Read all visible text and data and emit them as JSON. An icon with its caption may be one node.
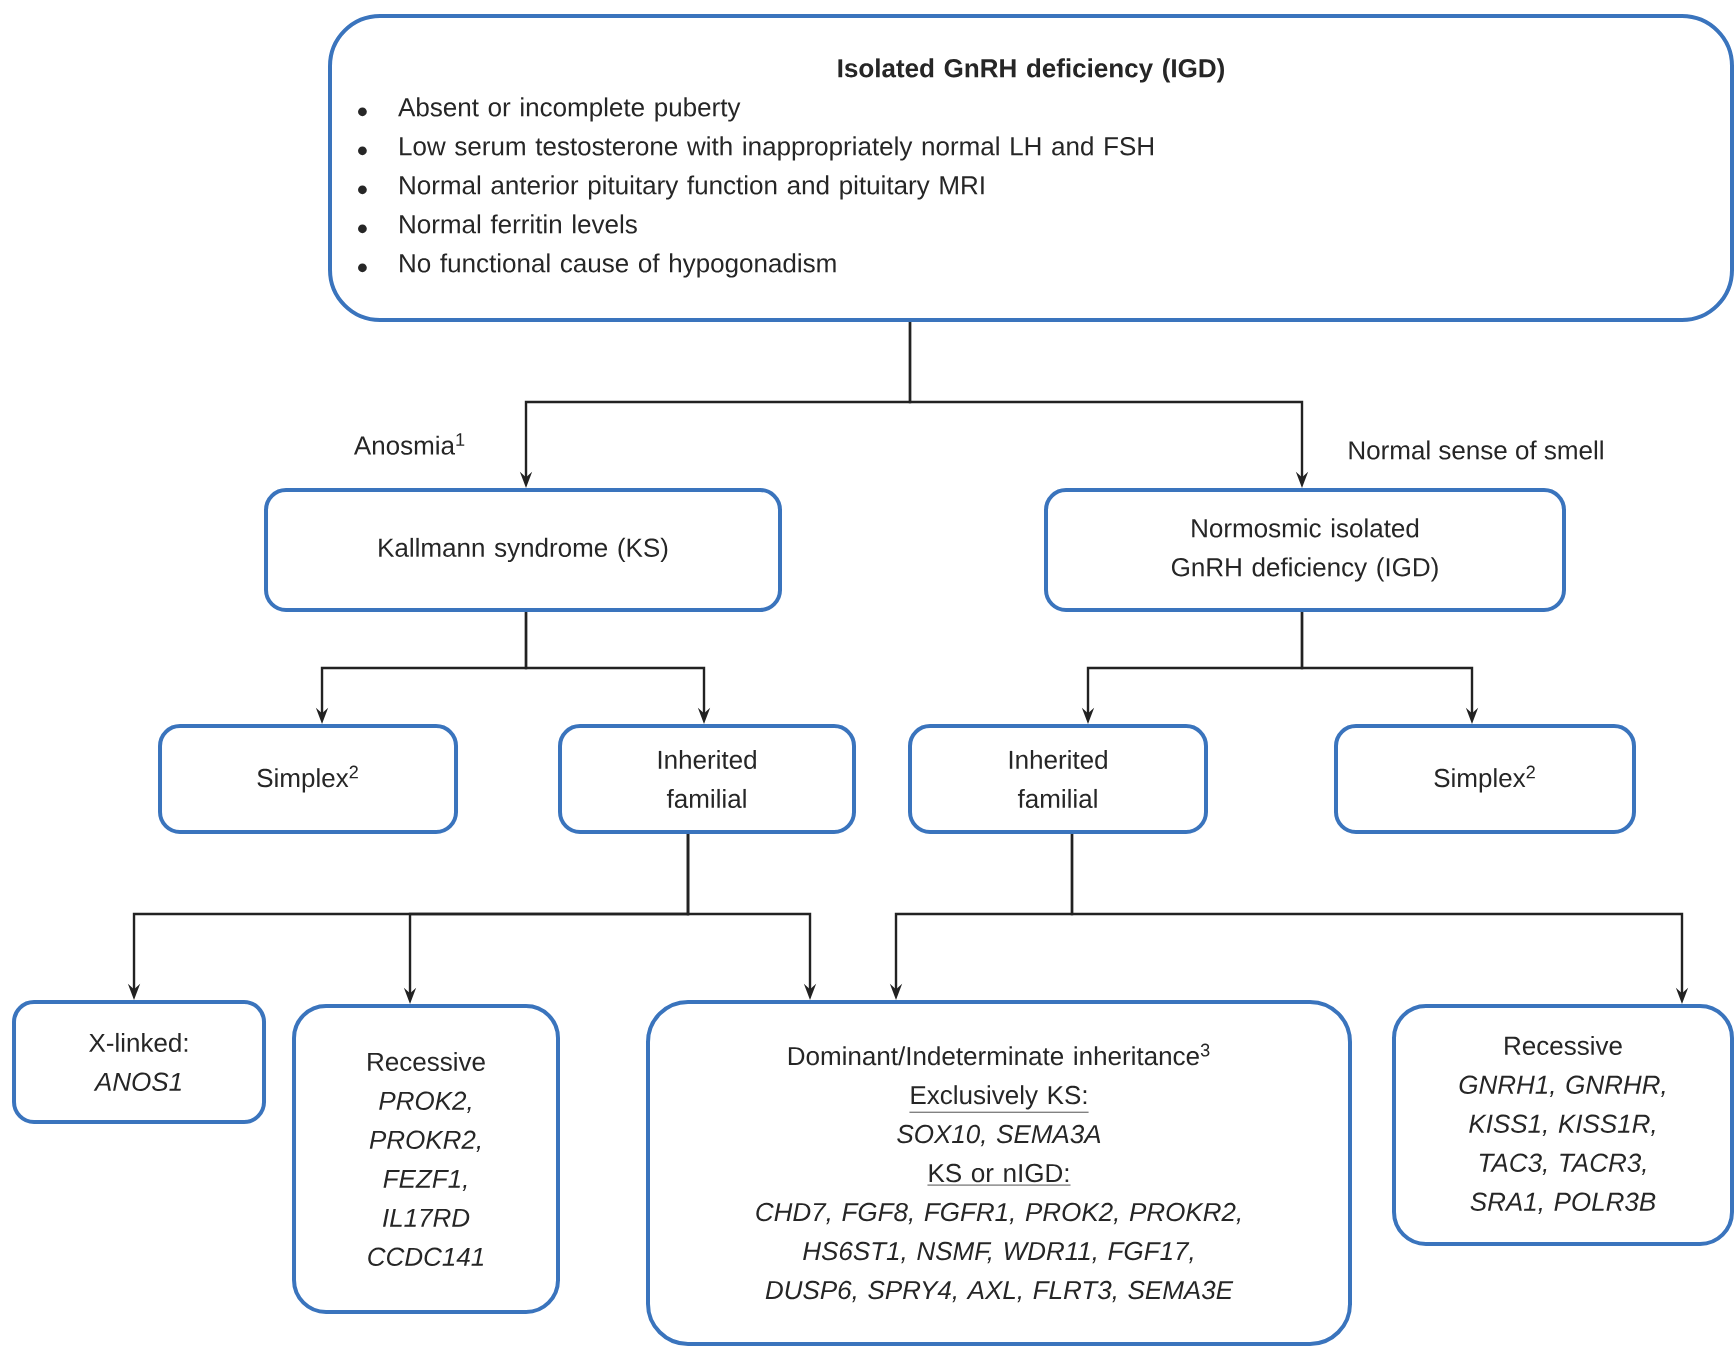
{
  "diagram": {
    "nodes": [
      {
        "text": [
          "Isolated GnRH deficiency (IGD)",
          "Absent or incomplete puberty",
          "Low serum testosterone with inappropriately normal LH and FSH",
          "Normal anterior pituitary function and pituitary MRI",
          "Normal ferritin levels",
          "No functional cause of hypogonadism"
        ]
      },
      {
        "text": [
          "Kallmann syndrome (KS)"
        ]
      },
      {
        "text": [
          "Normosmic isolated GnRH deficiency (IGD)"
        ]
      },
      {
        "text": [
          "Simplex$^{2}$"
        ]
      },
      {
        "text": [
          "Inherited familial"
        ]
      },
      {
        "text": [
          "Inherited familial"
        ]
      },
      {
        "text": [
          "Simplex$^{2}$"
        ]
      },
      {
        "text": [
          "X-linked:",
          "ANOS1"
        ]
      },
      {
        "text": [
          "Recessive",
          "PROK2, PROKR2, FEZF1, IL17RD CCDC141"
        ]
      },
      {
        "text": [
          "Dominant/Indeterminate inheritance$^{3}$",
          "Exclusively KS:",
          "SOX10, SEMA3A",
          "KS or nIGD:",
          "CHD7, FGF8, FGFR1, PROK2, PROKR2, HS6ST1, NSMF, WDR11, FGF17, DUSP6, SPRY4, AXL, FLRT3, SEMA3E"
        ]
      },
      {
        "text": [
          "Recessive",
          "GNRH1, GNRHR, KISS1, KISS1R, TAC3, TACR3, SRA1, POLR3B"
        ]
      }
    ],
    "edges": [
      {
        "from": 0,
        "to": 1,
        "arrow": "to",
        "label": "Anosmia$^{1}$"
      },
      {
        "from": 0,
        "to": 2,
        "arrow": "to",
        "label": "Normal sense of smell"
      },
      {
        "from": 1,
        "to": 3,
        "arrow": "to"
      },
      {
        "from": 1,
        "to": 4,
        "arrow": "to"
      },
      {
        "from": 2,
        "to": 5,
        "arrow": "to"
      },
      {
        "from": 2,
        "to": 6,
        "arrow": "to"
      },
      {
        "from": 4,
        "to": 7,
        "arrow": "to"
      },
      {
        "from": 4,
        "to": 8,
        "arrow": "to"
      },
      {
        "from": 4,
        "to": 9,
        "arrow": "to"
      },
      {
        "from": 5,
        "to": 9,
        "arrow": "to"
      },
      {
        "from": 5,
        "to": 10,
        "arrow": "to"
      }
    ]
  }
}
